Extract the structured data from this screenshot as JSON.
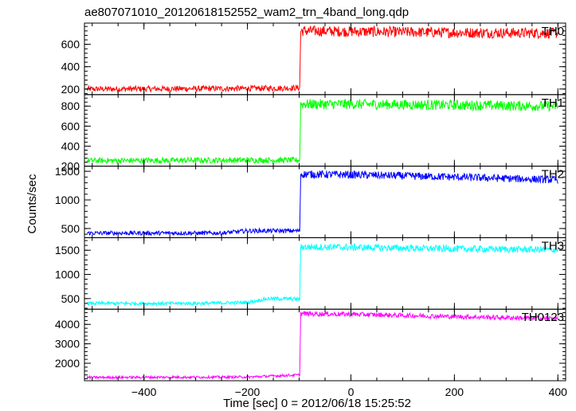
{
  "chart_data": {
    "type": "line",
    "title": "ae807071010_20120618152552_wam2_trn_4band_long.qdp",
    "xlabel": "Time [sec] 0 = 2012/06/18 15:25:52",
    "ylabel": "Counts/sec",
    "xlim": [
      -515,
      415
    ],
    "x_ticks": [
      -400,
      -200,
      0,
      200,
      400
    ],
    "x_tick_labels": [
      "−400",
      "−200",
      "0",
      "200",
      "400"
    ],
    "grid": false,
    "legend": "none",
    "step_time": -97,
    "panels": [
      {
        "name": "TH0",
        "color": "#ff0000",
        "ylim": [
          150,
          790
        ],
        "y_ticks": [
          200,
          400,
          600
        ],
        "x": [
          -510,
          -200,
          -99,
          -97,
          0,
          200,
          400
        ],
        "values": [
          200,
          205,
          210,
          720,
          715,
          705,
          700
        ]
      },
      {
        "name": "TH1",
        "color": "#00ff00",
        "ylim": [
          200,
          915
        ],
        "y_ticks": [
          200,
          400,
          600,
          800
        ],
        "x": [
          -510,
          -200,
          -99,
          -97,
          0,
          200,
          400
        ],
        "values": [
          255,
          260,
          260,
          820,
          820,
          810,
          800
        ]
      },
      {
        "name": "TH2",
        "color": "#0000ff",
        "ylim": [
          340,
          1590
        ],
        "y_ticks": [
          500,
          1000,
          1500
        ],
        "x": [
          -510,
          -250,
          -200,
          -99,
          -97,
          0,
          200,
          400
        ],
        "values": [
          420,
          420,
          460,
          460,
          1450,
          1440,
          1400,
          1350
        ]
      },
      {
        "name": "TH3",
        "color": "#00ffff",
        "ylim": [
          280,
          1760
        ],
        "y_ticks": [
          500,
          1000,
          1500
        ],
        "x": [
          -510,
          -300,
          -200,
          -160,
          -99,
          -97,
          0,
          200,
          400
        ],
        "values": [
          400,
          400,
          420,
          500,
          490,
          1570,
          1560,
          1530,
          1510
        ]
      },
      {
        "name": "TH0123",
        "color": "#ff00ff",
        "ylim": [
          1100,
          4780
        ],
        "y_ticks": [
          2000,
          3000,
          4000
        ],
        "x": [
          -510,
          -200,
          -99,
          -97,
          0,
          200,
          400
        ],
        "values": [
          1270,
          1290,
          1400,
          4550,
          4520,
          4400,
          4300
        ]
      }
    ]
  }
}
